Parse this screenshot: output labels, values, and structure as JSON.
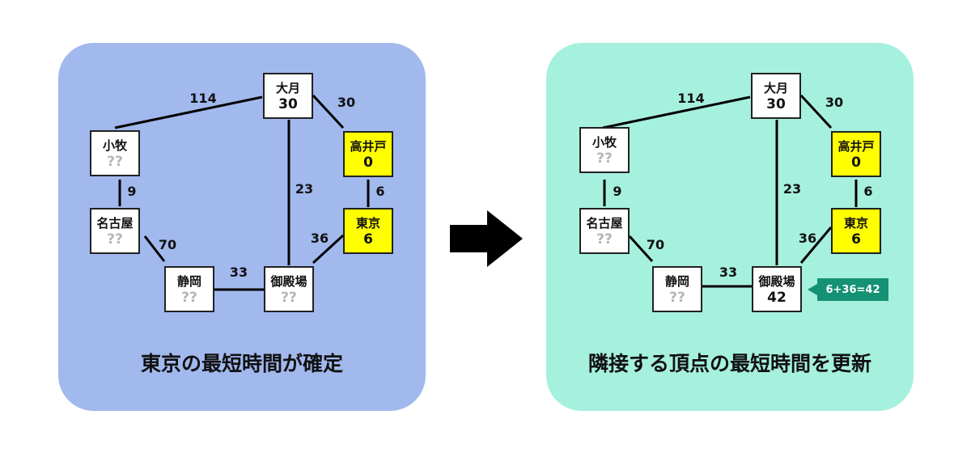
{
  "colors": {
    "left_panel_bg": "#a2b9ee",
    "right_panel_bg": "#a6f0de",
    "finalized_node": "#ffff00",
    "callout_bg": "#159174",
    "unknown_text": "#b5b5b5"
  },
  "left_panel": {
    "caption": "東京の最短時間が確定",
    "nodes": {
      "omaki": {
        "name": "小牧",
        "value": "??",
        "finalized": false
      },
      "ootsuki": {
        "name": "大月",
        "value": "30",
        "finalized": false
      },
      "takaido": {
        "name": "高井戸",
        "value": "0",
        "finalized": true
      },
      "nagoya": {
        "name": "名古屋",
        "value": "??",
        "finalized": false
      },
      "tokyo": {
        "name": "東京",
        "value": "6",
        "finalized": true
      },
      "shizuoka": {
        "name": "静岡",
        "value": "??",
        "finalized": false
      },
      "gotemba": {
        "name": "御殿場",
        "value": "??",
        "finalized": false
      }
    },
    "edges": {
      "omaki_ootsuki": "114",
      "ootsuki_takaido": "30",
      "omaki_nagoya": "9",
      "ootsuki_gotemba": "23",
      "takaido_tokyo": "6",
      "nagoya_shizuoka": "70",
      "tokyo_gotemba": "36",
      "shizuoka_gotemba": "33"
    }
  },
  "arrow_icon": "right-arrow-icon",
  "right_panel": {
    "caption": "隣接する頂点の最短時間を更新",
    "callout": "6+36=42",
    "nodes": {
      "omaki": {
        "name": "小牧",
        "value": "??",
        "finalized": false
      },
      "ootsuki": {
        "name": "大月",
        "value": "30",
        "finalized": false
      },
      "takaido": {
        "name": "高井戸",
        "value": "0",
        "finalized": true
      },
      "nagoya": {
        "name": "名古屋",
        "value": "??",
        "finalized": false
      },
      "tokyo": {
        "name": "東京",
        "value": "6",
        "finalized": true
      },
      "shizuoka": {
        "name": "静岡",
        "value": "??",
        "finalized": false
      },
      "gotemba": {
        "name": "御殿場",
        "value": "42",
        "finalized": false
      }
    },
    "edges": {
      "omaki_ootsuki": "114",
      "ootsuki_takaido": "30",
      "omaki_nagoya": "9",
      "ootsuki_gotemba": "23",
      "takaido_tokyo": "6",
      "nagoya_shizuoka": "70",
      "tokyo_gotemba": "36",
      "shizuoka_gotemba": "33"
    }
  }
}
